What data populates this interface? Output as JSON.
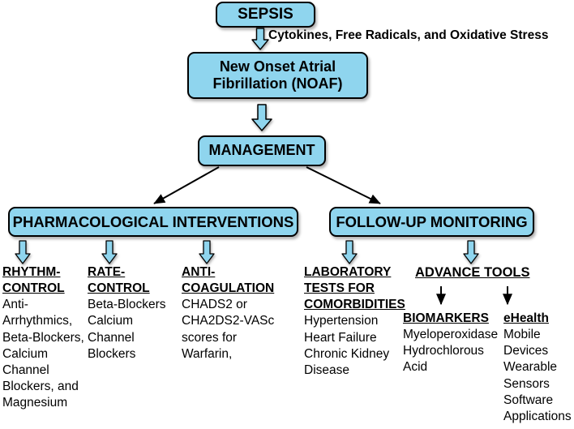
{
  "diagram": {
    "title": "Sepsis - New Onset Atrial Fibrillation (NOAF) Management Flowchart",
    "colors": {
      "box_fill": "#8FD5EE",
      "box_stroke": "#000000",
      "arrow_fill": "#8FD5EE",
      "text": "#000000",
      "background": "#FFFFFF"
    },
    "nodes": {
      "sepsis": "SEPSIS",
      "mediator_label": "Cytokines, Free Radicals, and Oxidative Stress",
      "noaf_line1": "New Onset Atrial",
      "noaf_line2": "Fibrillation (NOAF)",
      "management": "MANAGEMENT",
      "pharmacological": "PHARMACOLOGICAL INTERVENTIONS",
      "followup": "FOLLOW-UP MONITORING",
      "advance_tools": "ADVANCE   TOOLS"
    },
    "columns": {
      "rhythm_control": {
        "heading": [
          "RHYTHM-",
          "CONTROL"
        ],
        "items": [
          "Anti-",
          "Arrhythmics,",
          "Beta-Blockers,",
          "Calcium",
          "Channel",
          "Blockers, and",
          "Magnesium"
        ]
      },
      "rate_control": {
        "heading": [
          "RATE-",
          "CONTROL"
        ],
        "items": [
          "Beta-Blockers",
          "Calcium",
          "Channel",
          "Blockers"
        ]
      },
      "anti_coagulation": {
        "heading": [
          "ANTI-",
          "COAGULATION"
        ],
        "items": [
          "CHADS2 or",
          "CHA2DS2-VASc",
          "scores for",
          "Warfarin,"
        ]
      },
      "laboratory_tests": {
        "heading": [
          "LABORATORY",
          "TESTS FOR",
          "COMORBIDITIES"
        ],
        "items": [
          "Hypertension",
          "Heart Failure",
          "Chronic Kidney",
          "Disease"
        ]
      },
      "biomarkers": {
        "heading": [
          "BIOMARKERS"
        ],
        "items": [
          "Myeloperoxidase",
          "Hydrochlorous",
          "Acid"
        ]
      },
      "ehealth": {
        "heading": [
          "eHealth"
        ],
        "items": [
          "Mobile",
          "Devices",
          "Wearable",
          "Sensors",
          "Software",
          "Applications"
        ]
      }
    }
  }
}
